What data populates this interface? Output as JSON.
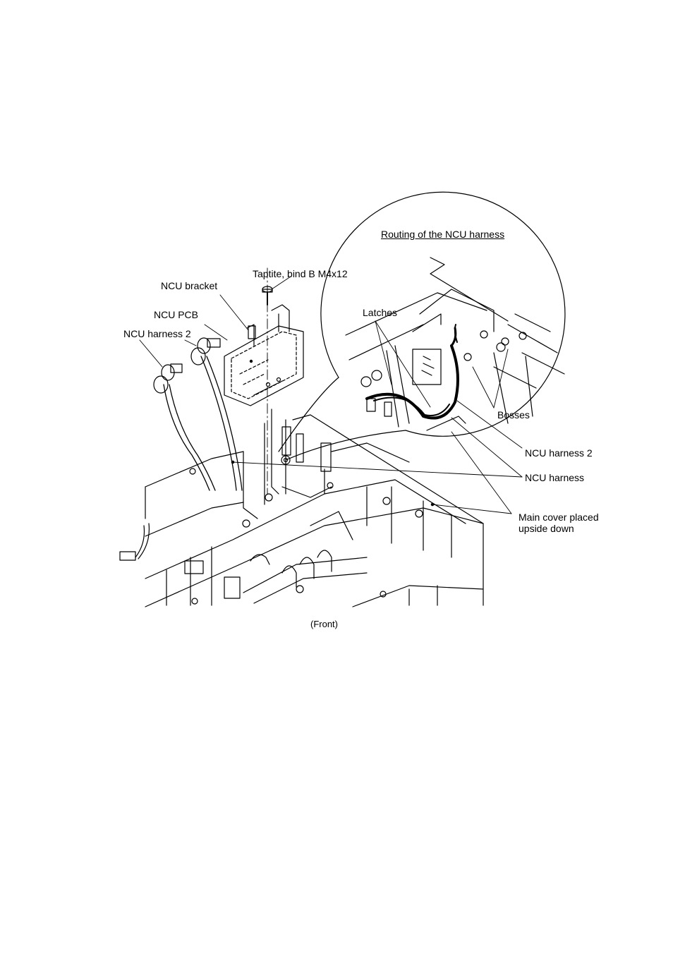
{
  "labels": {
    "routing_title": "Routing of the NCU harness",
    "taptite": "Taptite, bind B M4x12",
    "ncu_bracket": "NCU bracket",
    "ncu_pcb": "NCU PCB",
    "ncu_harness_2_left": "NCU harness 2",
    "latches": "Latches",
    "bosses": "Bosses",
    "ncu_harness_2_right": "NCU harness 2",
    "ncu_harness": "NCU harness",
    "main_cover_line1": "Main cover placed",
    "main_cover_line2": "upside down",
    "front": "(Front)"
  }
}
